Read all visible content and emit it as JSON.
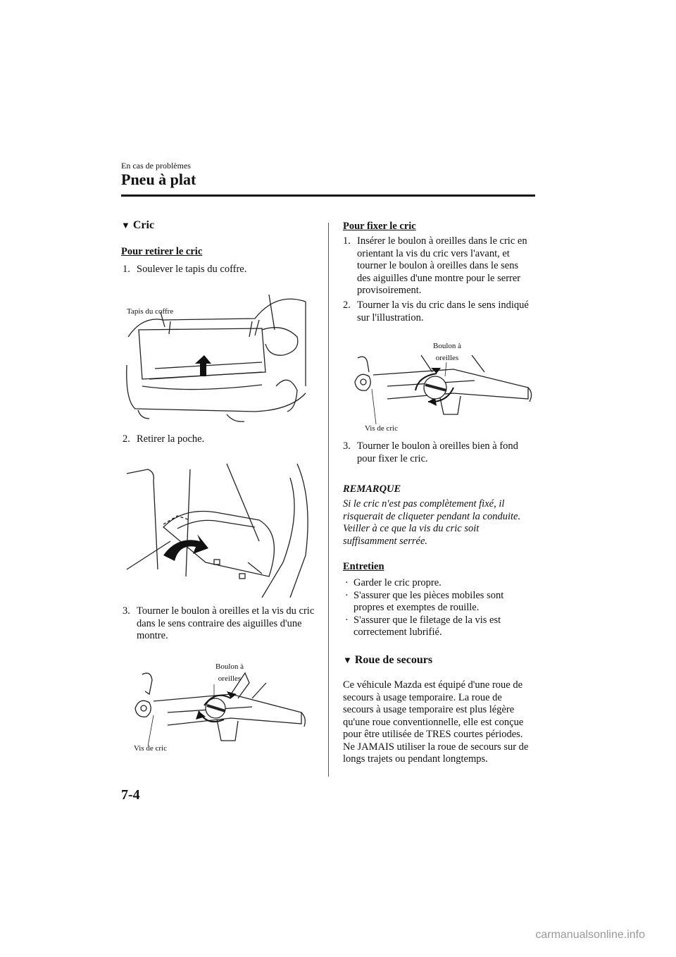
{
  "header": {
    "section": "En cas de problèmes",
    "title": "Pneu à plat"
  },
  "left": {
    "heading": "Cric",
    "subhead": "Pour retirer le cric",
    "step1": {
      "num": "1.",
      "text": "Soulever le tapis du coffre."
    },
    "fig1_label": "Tapis du coffre",
    "step2": {
      "num": "2.",
      "text": "Retirer la poche."
    },
    "step3": {
      "num": "3.",
      "text": "Tourner le boulon à oreilles et la vis du cric dans le sens contraire des aiguilles d'une montre."
    },
    "fig3_label_bolt": "Boulon à oreilles",
    "fig3_label_screw": "Vis de cric"
  },
  "right": {
    "subhead": "Pour fixer le cric",
    "step1": {
      "num": "1.",
      "text": "Insérer le boulon à oreilles dans le cric en orientant la vis du cric vers l'avant, et tourner le boulon à oreilles dans le sens des aiguilles d'une montre pour le serrer provisoirement."
    },
    "step2": {
      "num": "2.",
      "text": "Tourner la vis du cric dans le sens indiqué sur l'illustration."
    },
    "fig_label_bolt": "Boulon à oreilles",
    "fig_label_screw": "Vis de cric",
    "step3": {
      "num": "3.",
      "text": "Tourner le boulon à oreilles bien à fond pour fixer le cric."
    },
    "note_title": "REMARQUE",
    "note_text": "Si le cric n'est pas complètement fixé, il risquerait de cliqueter pendant la conduite. Veiller à ce que la vis du cric soit suffisamment serrée.",
    "maintenance_title": "Entretien",
    "bullets": [
      "Garder le cric propre.",
      "S'assurer que les pièces mobiles sont propres et exemptes de rouille.",
      "S'assurer que le filetage de la vis est correctement lubrifié."
    ],
    "spare_heading": "Roue de secours",
    "spare_text": "Ce véhicule Mazda est équipé d'une roue de secours à usage temporaire. La roue de secours à usage temporaire est plus légère qu'une roue conventionnelle, elle est conçue pour être utilisée de TRES courtes périodes. Ne JAMAIS utiliser la roue de secours sur de longs trajets ou pendant longtemps."
  },
  "footer": {
    "page_number": "7-4",
    "watermark": "carmanualsonline.info"
  }
}
